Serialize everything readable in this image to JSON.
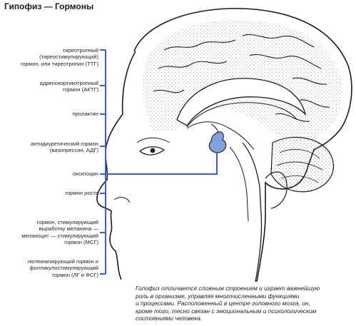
{
  "title": "Гипофиз — Гормоны",
  "hormones": [
    {
      "lines": [
        "тиреотропный",
        "(тиреостимулирующий)",
        "гормон, или тиреотропин (ТТГ)"
      ]
    },
    {
      "lines": [
        "адренокортикотропный",
        "гормон (АКТГ)"
      ]
    },
    {
      "lines": [
        "пролактин"
      ]
    },
    {
      "lines": [
        "антидиуретический гормон",
        "(вазопрессин, АДГ)"
      ]
    },
    {
      "lines": [
        "окситоцин"
      ]
    },
    {
      "lines": [
        "гормон роста"
      ]
    },
    {
      "lines": [
        "гормон, стимулирующий",
        "выработку меланина —",
        "меланоцит — стимулирующий",
        "гормон (МСГ)"
      ]
    },
    {
      "lines": [
        "лютеинизирующий гормон и",
        "фолликулостимулирующий",
        "гормон (ЛГ и ФСГ)"
      ]
    }
  ],
  "caption": [
    "Гипофиз отличается сложным строением и играет важнейшую",
    "роль в организме, управляя многочисленными функциями",
    "и процессами. Расположенный в центре головного мозга, он,",
    "кроме того, тесно связан с эмоциональным и психологическим",
    "состояниями человека."
  ],
  "colors": {
    "bracket": "#3d5cc4",
    "pituitary": "#7fa2dc",
    "line": "#1a1a1a"
  }
}
